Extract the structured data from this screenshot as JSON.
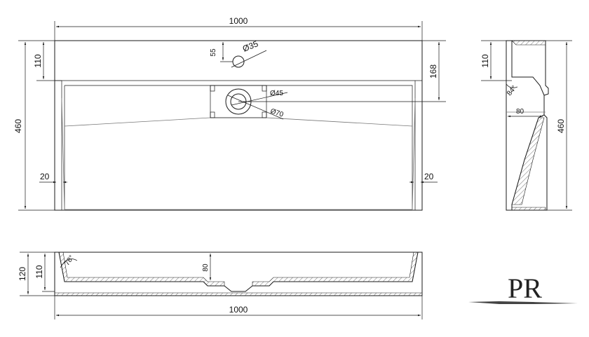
{
  "top_view": {
    "width_label": "1000",
    "depth_label": "460",
    "rim_label": "110",
    "hole_offset_label": "55",
    "tap_hole_label": "Ø35",
    "waste_offset_label": "168",
    "waste_inner_label": "Ø45",
    "waste_outer_label": "Ø70",
    "wall_left_label": "20",
    "wall_right_label": "20"
  },
  "side_view": {
    "rim_label": "110",
    "angle_label": "84°",
    "outlet_label": "80",
    "depth_label": "460"
  },
  "front_view": {
    "height_label": "120",
    "rim_label": "110",
    "angle_label": "78°",
    "basin_depth_label": "80",
    "width_label": "1000"
  },
  "logo": {
    "text": "PR"
  },
  "colors": {
    "line": "#1a1a1a",
    "hatch": "#555555"
  }
}
